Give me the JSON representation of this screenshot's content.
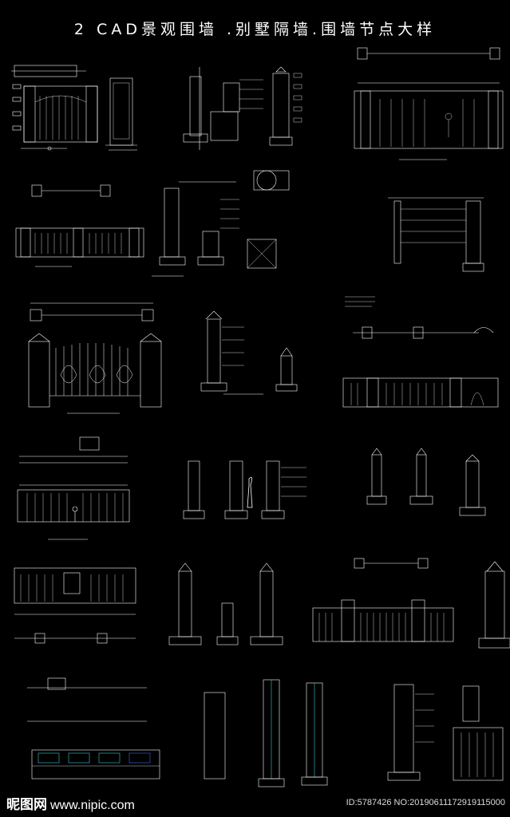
{
  "title": "2 CAD景观围墙 .别墅隔墙.围墙节点大样",
  "footer": {
    "logo": "昵图网",
    "url": "www.nipic.com",
    "image_id": "ID:5787426 NO:20190611172919115000"
  },
  "colors": {
    "background": "#000000",
    "line": "#ffffff",
    "accent_cyan": "#35c7d6",
    "accent_blue": "#3a6cf0"
  }
}
